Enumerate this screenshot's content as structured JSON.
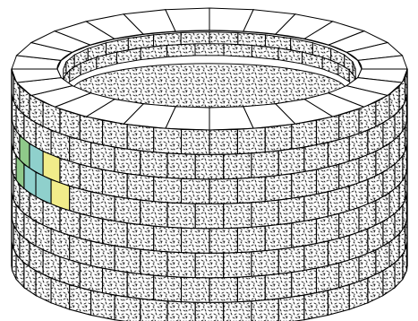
{
  "figure": {
    "subject": "stone-well",
    "ring_count": 8,
    "bricks_per_ring": 28,
    "highlight_colors": {
      "green": "#8fc98a",
      "teal": "#8fd0cc",
      "yellow": "#f1ec8a"
    },
    "stone_fill": "#ffffff",
    "stone_speckle": "#111111",
    "line_color": "#000000",
    "highlighted_bricks": [
      {
        "ring": 3,
        "index_from_left": 3,
        "color": "green"
      },
      {
        "ring": 3,
        "index_from_left": 4,
        "color": "teal"
      },
      {
        "ring": 3,
        "index_from_left": 5,
        "color": "yellow"
      },
      {
        "ring": 4,
        "index_from_left": 2,
        "color": "green"
      },
      {
        "ring": 4,
        "index_from_left": 3,
        "color": "teal"
      },
      {
        "ring": 4,
        "index_from_left": 4,
        "color": "teal"
      },
      {
        "ring": 4,
        "index_from_left": 5,
        "color": "yellow"
      }
    ]
  }
}
